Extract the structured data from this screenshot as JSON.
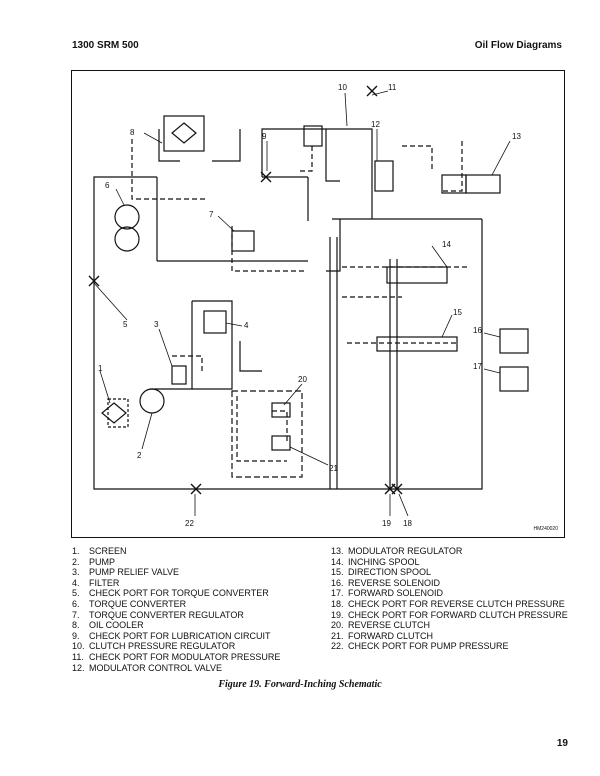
{
  "header": {
    "left": "1300 SRM 500",
    "right": "Oil Flow Diagrams"
  },
  "figure": {
    "drawing_code": "HM240020",
    "callouts": [
      "1",
      "2",
      "3",
      "4",
      "5",
      "6",
      "7",
      "8",
      "9",
      "10",
      "11",
      "12",
      "13",
      "14",
      "15",
      "16",
      "17",
      "18",
      "19",
      "20",
      "21",
      "22"
    ]
  },
  "legend_left": [
    {
      "n": "1.",
      "t": "SCREEN"
    },
    {
      "n": "2.",
      "t": "PUMP"
    },
    {
      "n": "3.",
      "t": "PUMP RELIEF VALVE"
    },
    {
      "n": "4.",
      "t": "FILTER"
    },
    {
      "n": "5.",
      "t": "CHECK PORT FOR TORQUE CONVERTER"
    },
    {
      "n": "6.",
      "t": "TORQUE CONVERTER"
    },
    {
      "n": "7.",
      "t": "TORQUE CONVERTER REGULATOR"
    },
    {
      "n": "8.",
      "t": "OIL COOLER"
    },
    {
      "n": "9.",
      "t": "CHECK PORT FOR LUBRICATION CIRCUIT"
    },
    {
      "n": "10.",
      "t": "CLUTCH PRESSURE REGULATOR"
    },
    {
      "n": "11.",
      "t": "CHECK PORT FOR MODULATOR PRESSURE"
    },
    {
      "n": "12.",
      "t": "MODULATOR CONTROL VALVE"
    }
  ],
  "legend_right": [
    {
      "n": "13.",
      "t": "MODULATOR REGULATOR"
    },
    {
      "n": "14.",
      "t": "INCHING SPOOL"
    },
    {
      "n": "15.",
      "t": "DIRECTION SPOOL"
    },
    {
      "n": "16.",
      "t": "REVERSE SOLENOID"
    },
    {
      "n": "17.",
      "t": "FORWARD SOLENOID"
    },
    {
      "n": "18.",
      "t": "CHECK PORT FOR REVERSE CLUTCH PRESSURE"
    },
    {
      "n": "19.",
      "t": "CHECK PORT FOR FORWARD CLUTCH PRESSURE"
    },
    {
      "n": "20.",
      "t": "REVERSE CLUTCH"
    },
    {
      "n": "21.",
      "t": "FORWARD CLUTCH"
    },
    {
      "n": "22.",
      "t": "CHECK PORT FOR PUMP PRESSURE"
    }
  ],
  "caption": "Figure 19. Forward-Inching Schematic",
  "page_number": "19"
}
